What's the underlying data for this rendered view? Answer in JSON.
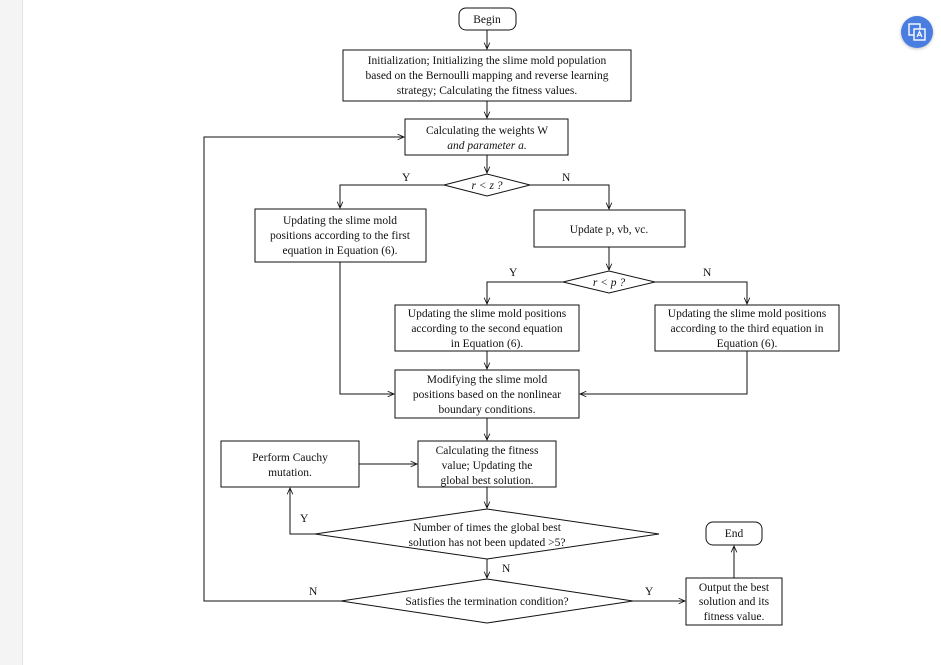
{
  "flowchart": {
    "begin": "Begin",
    "init": [
      "Initialization; Initializing the slime mold population",
      "based on the Bernoulli mapping and reverse learning",
      "strategy; Calculating the fitness values."
    ],
    "weights": [
      "Calculating the weights W",
      "and parameter a."
    ],
    "cond_rz": "r < z ?",
    "update_first": [
      "Updating the slime mold",
      "positions according to the first",
      "equation in Equation (6)."
    ],
    "update_params": "Update p, vb, vc.",
    "cond_rp": "r < p ?",
    "update_second": [
      "Updating the slime mold positions",
      "according to the second equation",
      "in Equation (6)."
    ],
    "update_third": [
      "Updating the slime mold positions",
      "according to the third equation in",
      "Equation (6)."
    ],
    "modify": [
      "Modifying the slime mold",
      "positions based on the nonlinear",
      "boundary conditions."
    ],
    "cauchy": [
      "Perform Cauchy",
      "mutation."
    ],
    "fitness": [
      "Calculating the fitness",
      "value; Updating the",
      "global best solution."
    ],
    "cond_count": [
      "Number of times the global best",
      "solution has not been updated >5?"
    ],
    "cond_term": "Satisfies the termination condition?",
    "output": [
      "Output the best",
      "solution and its",
      "fitness value."
    ],
    "end": "End",
    "labels": {
      "yes": "Y",
      "no": "N"
    }
  },
  "toolbar": {
    "float_icon": "translate-icon",
    "accent": "#4a7de0"
  }
}
